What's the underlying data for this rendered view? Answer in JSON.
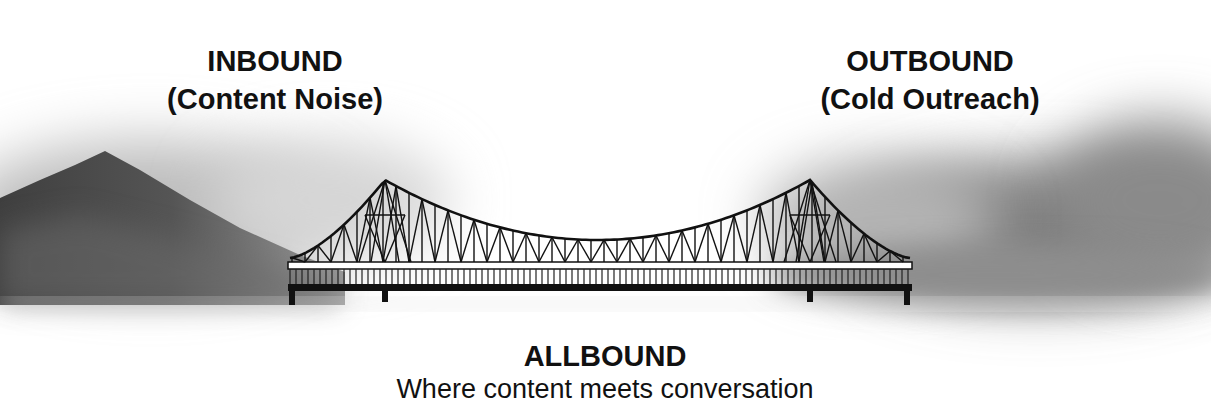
{
  "diagram": {
    "labels": [
      "INBOUND",
      "(Content Noise)",
      "OUTBOUND",
      "(Cold Outreach)",
      "ALLBOUND",
      "Where content meets conversation"
    ]
  }
}
